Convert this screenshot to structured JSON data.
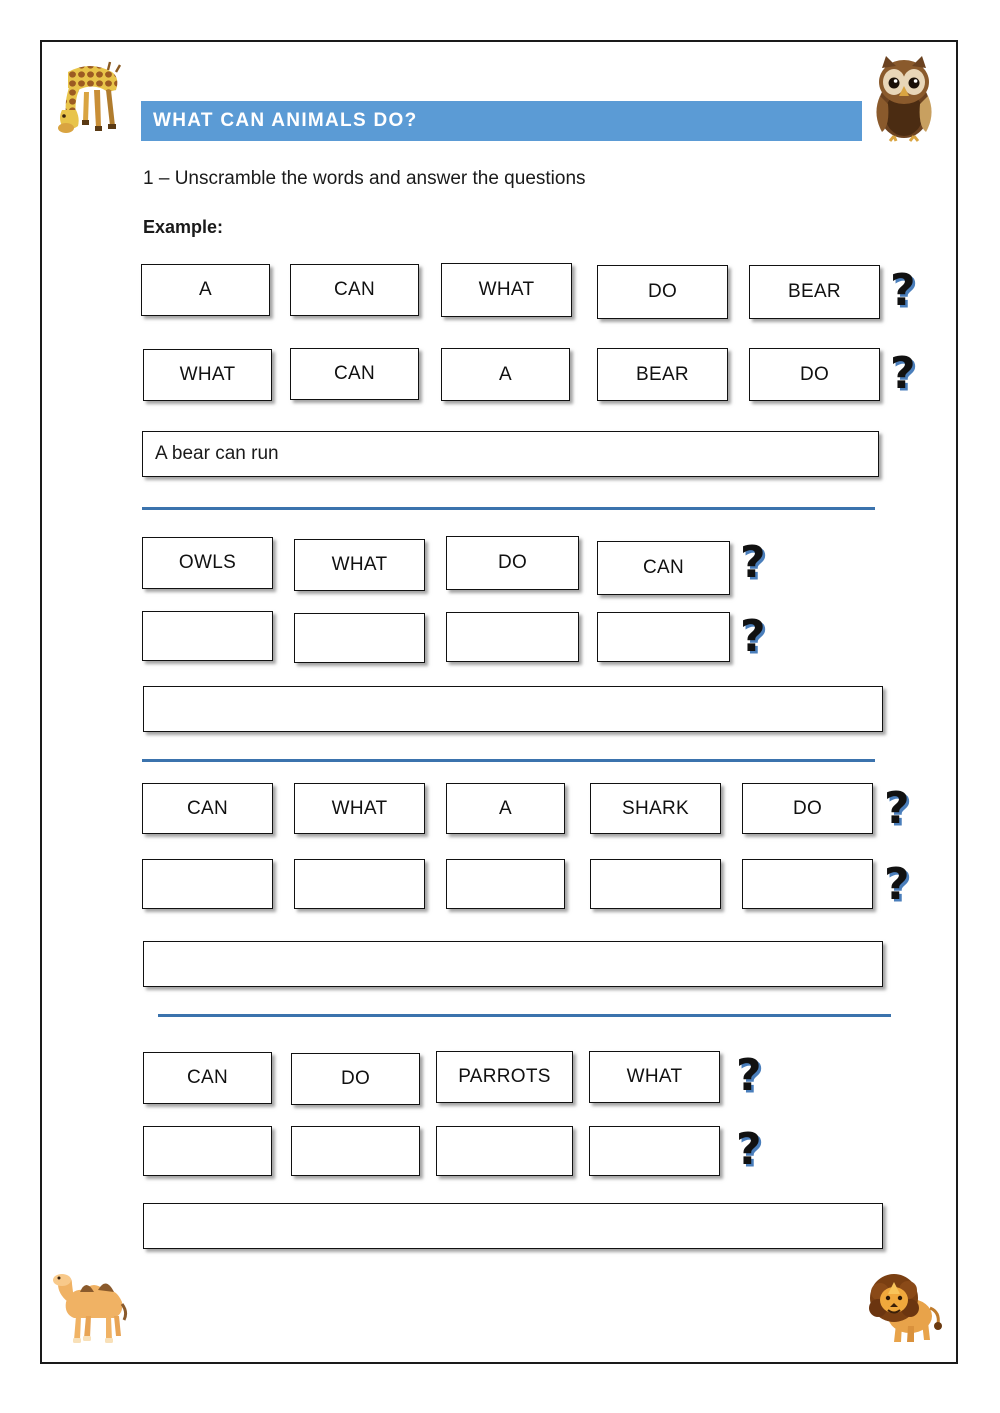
{
  "page": {
    "banner_title": "WHAT CAN ANIMALS DO?",
    "instruction": "1 – Unscramble the words and answer the questions",
    "example_label": "Example:",
    "accent_blue": "#5b9bd5",
    "divider_blue": "#3b73ad",
    "qmark_shadow_blue": "#4a7ebb",
    "qmark_glyph": "?"
  },
  "corner_animals": [
    {
      "name": "giraffe",
      "position": "top-left"
    },
    {
      "name": "owl",
      "position": "top-right"
    },
    {
      "name": "camel",
      "position": "bottom-left"
    },
    {
      "name": "lion",
      "position": "bottom-right"
    }
  ],
  "example": {
    "scrambled": [
      "A",
      "CAN",
      "WHAT",
      "DO",
      "BEAR"
    ],
    "unscrambled": [
      "WHAT",
      "CAN",
      "A",
      "BEAR",
      "DO"
    ],
    "answer": "A bear can run"
  },
  "exercises": [
    {
      "id": "owls",
      "scrambled": [
        "OWLS",
        "WHAT",
        "DO",
        "CAN"
      ],
      "unscrambled": [
        "",
        "",
        "",
        ""
      ],
      "answer": ""
    },
    {
      "id": "shark",
      "scrambled": [
        "CAN",
        "WHAT",
        "A",
        "SHARK",
        "DO"
      ],
      "unscrambled": [
        "",
        "",
        "",
        "",
        ""
      ],
      "answer": ""
    },
    {
      "id": "parrots",
      "scrambled": [
        "CAN",
        "DO",
        "PARROTS",
        "WHAT"
      ],
      "unscrambled": [
        "",
        "",
        "",
        ""
      ],
      "answer": ""
    }
  ]
}
